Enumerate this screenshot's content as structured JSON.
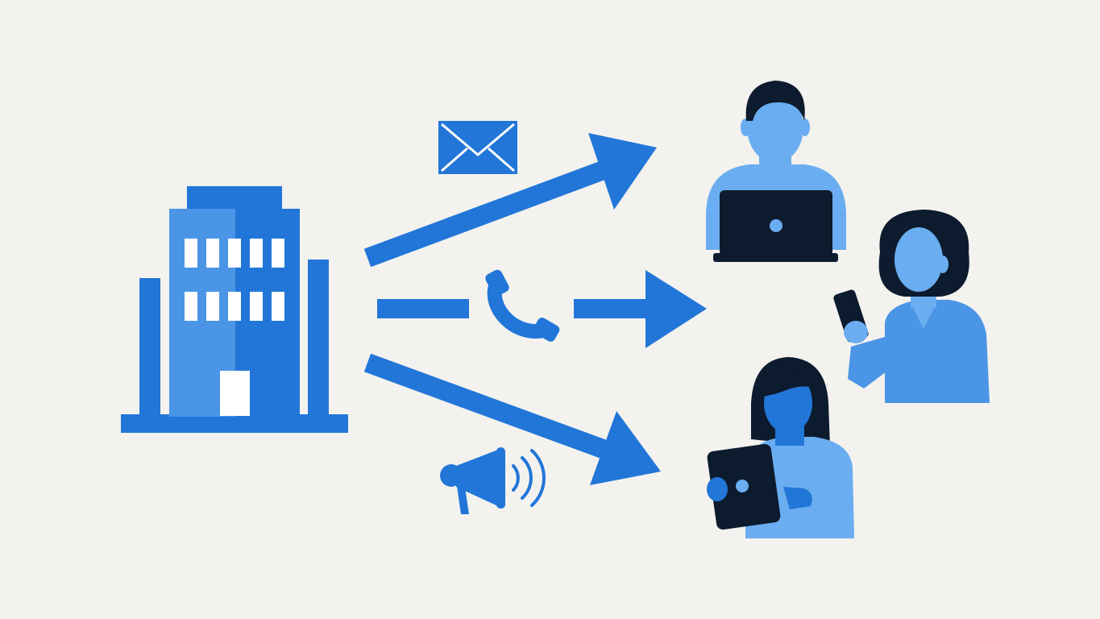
{
  "colors": {
    "background": "#f3f2ef",
    "primary": "#2276d8",
    "primary_light": "#4a95e6",
    "person_light": "#6aadf0",
    "person_dark": "#0d1b2e",
    "window": "#ffffff"
  },
  "nodes": [
    {
      "id": "source",
      "icon": "office-building-icon"
    },
    {
      "id": "recipient-laptop",
      "icon": "person-with-laptop-icon"
    },
    {
      "id": "recipient-phone",
      "icon": "person-with-phone-icon"
    },
    {
      "id": "recipient-tablet",
      "icon": "person-with-tablet-icon"
    }
  ],
  "channels": [
    {
      "id": "email",
      "icon": "envelope-icon",
      "from": "source",
      "to": "recipient-laptop"
    },
    {
      "id": "call",
      "icon": "phone-handset-icon",
      "from": "source",
      "to": "recipient-phone"
    },
    {
      "id": "announcement",
      "icon": "megaphone-icon",
      "from": "source",
      "to": "recipient-tablet"
    }
  ]
}
